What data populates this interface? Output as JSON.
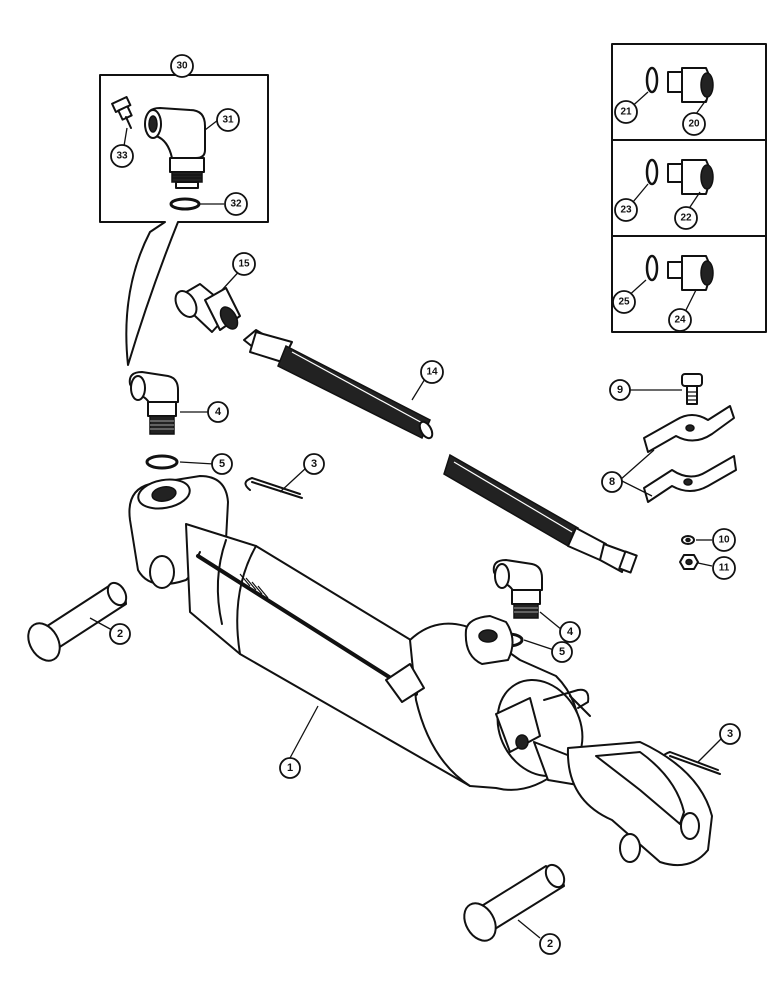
{
  "callouts": [
    {
      "id": "c1",
      "label": "1"
    },
    {
      "id": "c2a",
      "label": "2"
    },
    {
      "id": "c2b",
      "label": "2"
    },
    {
      "id": "c3a",
      "label": "3"
    },
    {
      "id": "c3b",
      "label": "3"
    },
    {
      "id": "c4a",
      "label": "4"
    },
    {
      "id": "c4b",
      "label": "4"
    },
    {
      "id": "c5a",
      "label": "5"
    },
    {
      "id": "c5b",
      "label": "5"
    },
    {
      "id": "c8",
      "label": "8"
    },
    {
      "id": "c9",
      "label": "9"
    },
    {
      "id": "c10",
      "label": "10"
    },
    {
      "id": "c11",
      "label": "11"
    },
    {
      "id": "c14",
      "label": "14"
    },
    {
      "id": "c15",
      "label": "15"
    },
    {
      "id": "c20",
      "label": "20"
    },
    {
      "id": "c21",
      "label": "21"
    },
    {
      "id": "c22",
      "label": "22"
    },
    {
      "id": "c23",
      "label": "23"
    },
    {
      "id": "c24",
      "label": "24"
    },
    {
      "id": "c25",
      "label": "25"
    },
    {
      "id": "c30",
      "label": "30"
    },
    {
      "id": "c31",
      "label": "31"
    },
    {
      "id": "c32",
      "label": "32"
    },
    {
      "id": "c33",
      "label": "33"
    }
  ]
}
